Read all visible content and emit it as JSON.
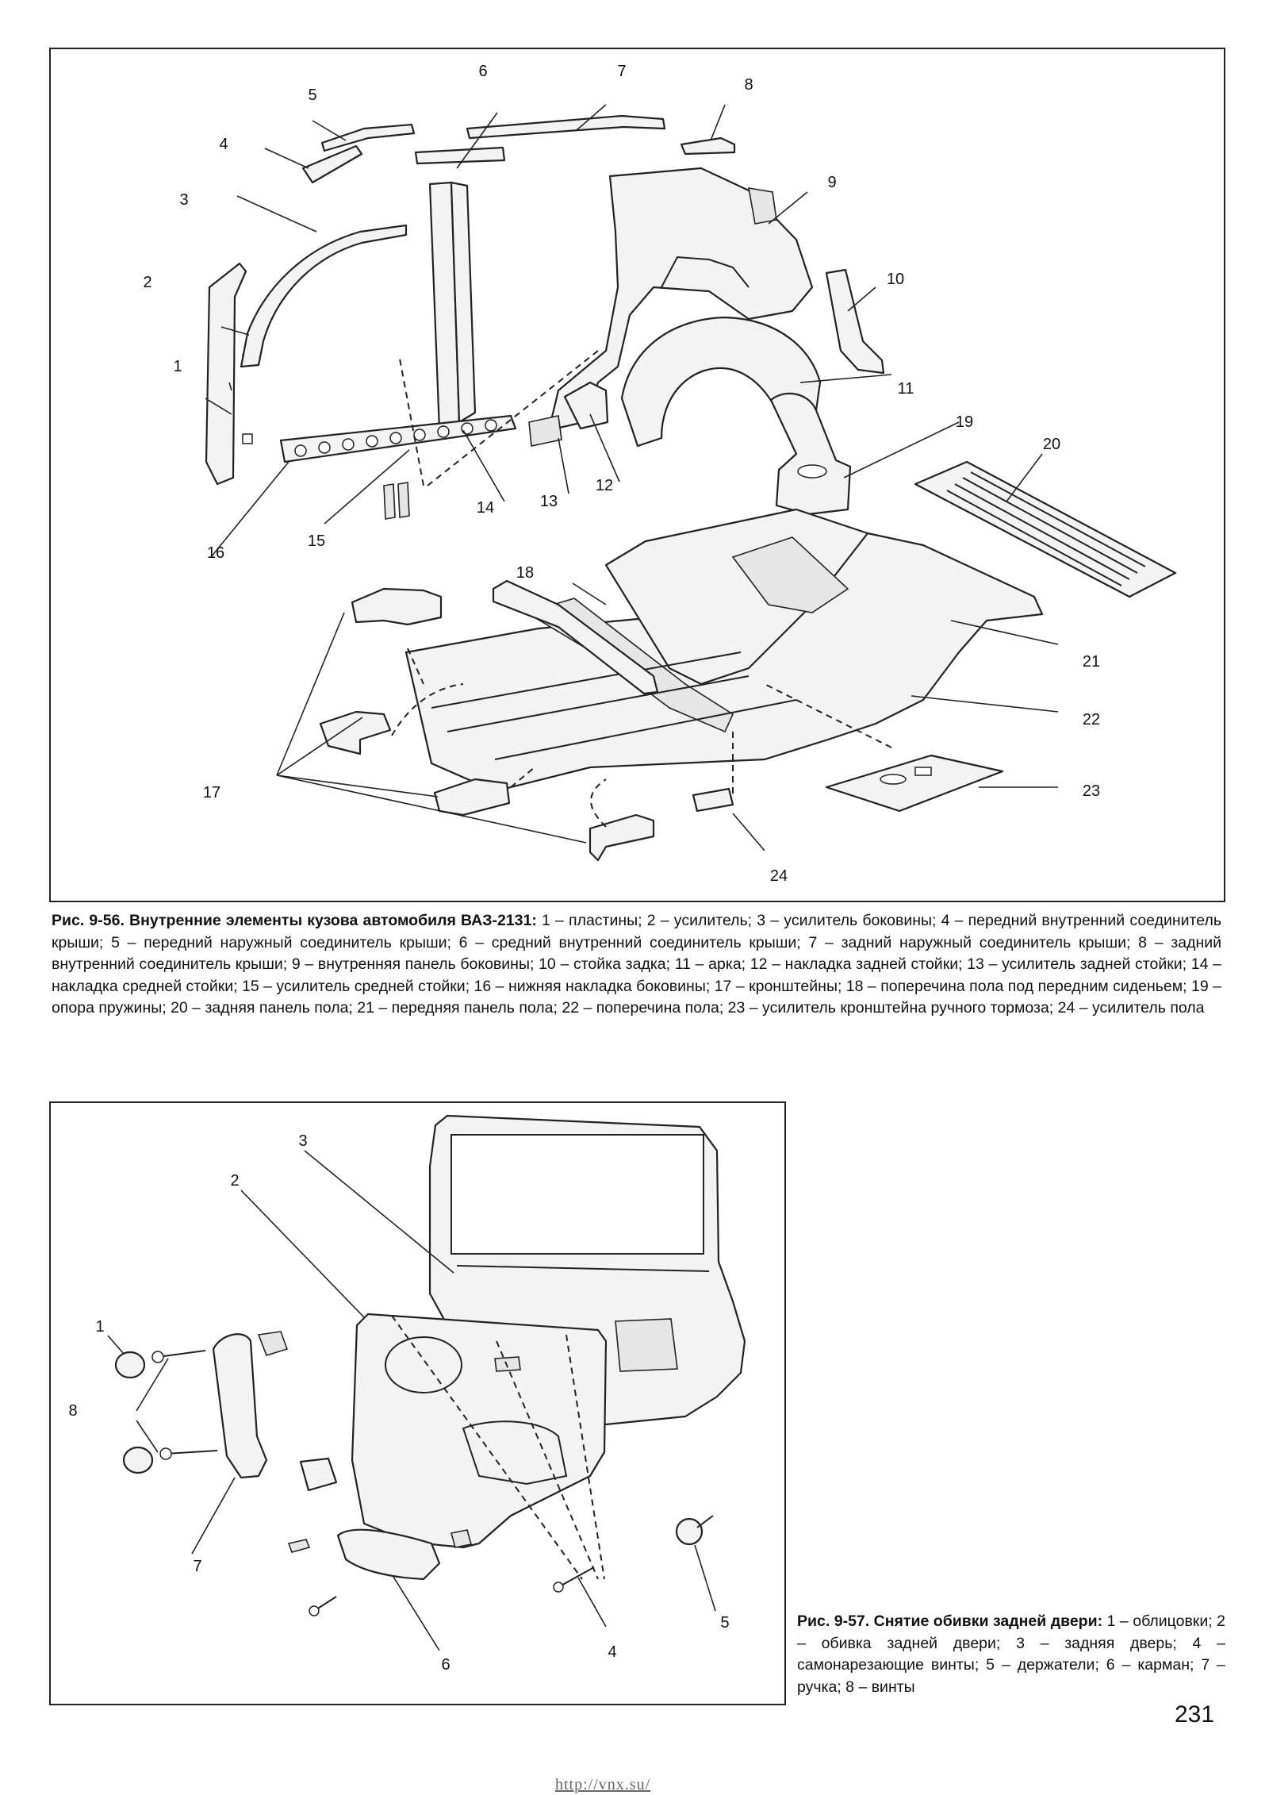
{
  "figure_56": {
    "callouts": [
      "1",
      "2",
      "3",
      "4",
      "5",
      "6",
      "7",
      "8",
      "9",
      "10",
      "11",
      "12",
      "13",
      "14",
      "15",
      "16",
      "17",
      "18",
      "19",
      "20",
      "21",
      "22",
      "23",
      "24"
    ],
    "caption_title": "Рис. 9-56. Внутренние элементы кузова автомобиля ВАЗ-2131:",
    "caption_text": " 1 – пластины; 2 – усилитель; 3 – усилитель боковины; 4 – передний внутренний соединитель крыши; 5 – передний наружный соединитель крыши; 6 – средний внутренний соединитель крыши; 7 – задний наружный соединитель крыши; 8 – задний внутренний соединитель крыши; 9 – внутренняя панель боковины; 10 – стойка задка; 11 – арка; 12 – накладка задней стойки; 13 – усилитель задней стойки; 14 – накладка средней стойки; 15 – усилитель средней стойки; 16 – нижняя накладка боковины; 17 – кронштейны; 18 – поперечина пола под передним сиденьем; 19 – опора пружины; 20 – задняя панель пола; 21 – передняя панель пола; 22 – поперечина пола; 23 – усилитель кронштейна ручного тормоза; 24 – усилитель пола"
  },
  "figure_57": {
    "callouts": [
      "1",
      "2",
      "3",
      "4",
      "5",
      "6",
      "7",
      "8"
    ],
    "caption_title": "Рис. 9-57. Снятие обивки задней двери:",
    "caption_text": " 1 – облицовки; 2 – обивка задней двери; 3 – задняя дверь; 4 – самонарезающие винты; 5 – держатели; 6 – карман; 7 – ручка; 8 – винты"
  },
  "page_number": "231",
  "footer_url": "http://vnx.su/"
}
